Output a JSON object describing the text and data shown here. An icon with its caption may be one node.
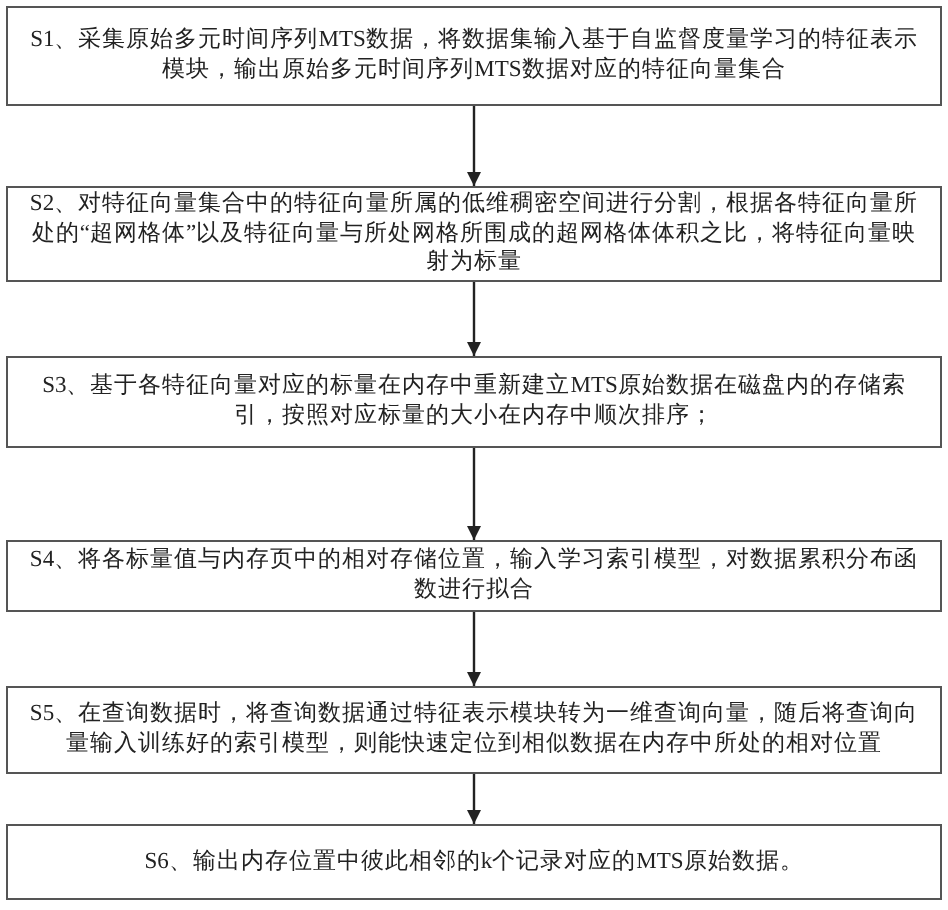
{
  "diagram": {
    "nodes": [
      {
        "text": [
          "S1、采集原始多元时间序列MTS数据，将数据集输入基于自监督度量学习的特征表示模块，输出原始多元时间序列MTS数据对应的特征向量集合"
        ]
      },
      {
        "text": [
          "S2、对特征向量集合中的特征向量所属的低维稠密空间进行分割，根据各特征向量所处的“超网格体”以及特征向量与所处网格所围成的超网格体体积之比，将特征向量映射为标量"
        ]
      },
      {
        "text": [
          "S3、基于各特征向量对应的标量在内存中重新建立MTS原始数据在磁盘内的存储索引，按照对应标量的大小在内存中顺次排序；"
        ]
      },
      {
        "text": [
          "S4、将各标量值与内存页中的相对存储位置，输入学习索引模型，对数据累积分布函数进行拟合"
        ]
      },
      {
        "text": [
          "S5、在查询数据时，将查询数据通过特征表示模块转为一维查询向量，随后将查询向量输入训练好的索引模型，则能快速定位到相似数据在内存中所处的相对位置"
        ]
      },
      {
        "text": [
          "S6、输出内存位置中彼此相邻的k个记录对应的MTS原始数据。"
        ]
      }
    ],
    "edges": [
      {
        "from": 0,
        "to": 1,
        "arrow": "to"
      },
      {
        "from": 1,
        "to": 2,
        "arrow": "to"
      },
      {
        "from": 2,
        "to": 3,
        "arrow": "to"
      },
      {
        "from": 3,
        "to": 4,
        "arrow": "to"
      },
      {
        "from": 4,
        "to": 5,
        "arrow": "to"
      }
    ]
  }
}
